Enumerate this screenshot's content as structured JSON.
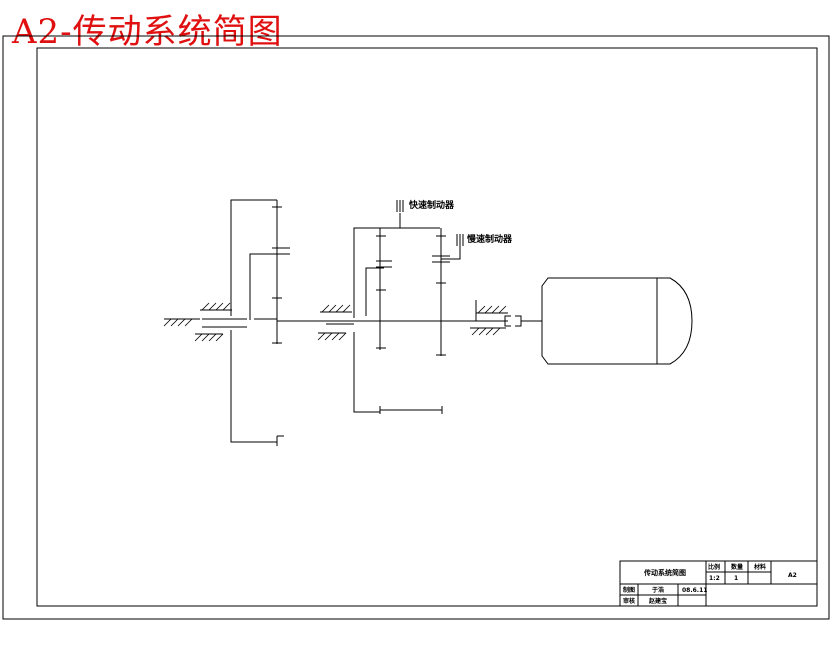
{
  "sheet": {
    "title": "A2-传动系统简图"
  },
  "labels": {
    "brake_upper": "快速制动器",
    "brake_lower": "慢速制动器"
  },
  "title_block": {
    "drawing_name": "传动系统简图",
    "scale_label": "比例",
    "scale_value": "1:2",
    "quantity_label": "数量",
    "quantity_value": "1",
    "material_label": "材料",
    "drawing_no": "A2",
    "drafter_label": "制图",
    "drafter_name": "于浩",
    "date": "08.6.11",
    "reviewer_label": "审核",
    "reviewer_name": "赵建宝"
  }
}
